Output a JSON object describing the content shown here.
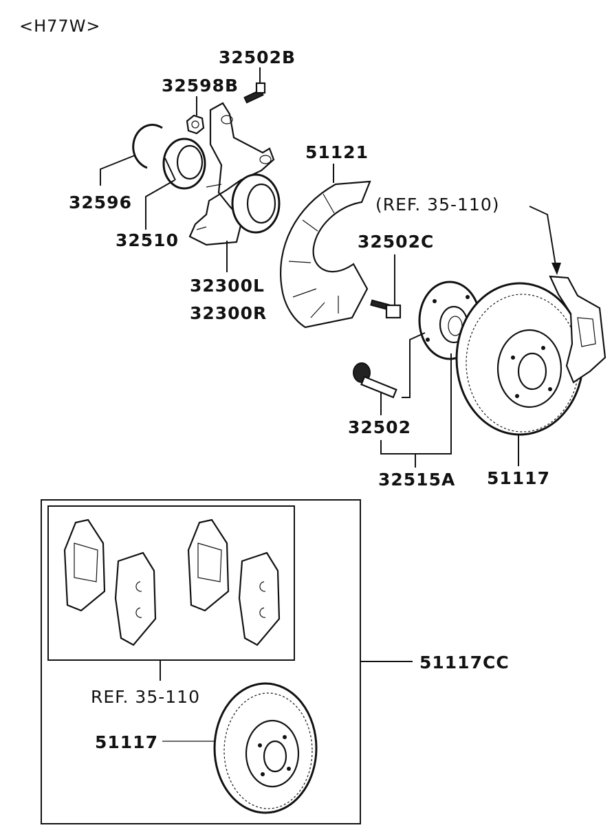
{
  "diagram": {
    "model_code": "<H77W>",
    "labels": {
      "p32502B": "32502B",
      "p32598B": "32598B",
      "p51121": "51121",
      "p32596": "32596",
      "ref_upper": "(REF. 35-110)",
      "p32510": "32510",
      "p32502C": "32502C",
      "p32300L": "32300L",
      "p32300R": "32300R",
      "p32502": "32502",
      "p32515A": "32515A",
      "p51117_upper": "51117",
      "p51117CC": "51117CC",
      "ref_lower": "REF. 35-110",
      "p51117_lower": "51117"
    }
  }
}
